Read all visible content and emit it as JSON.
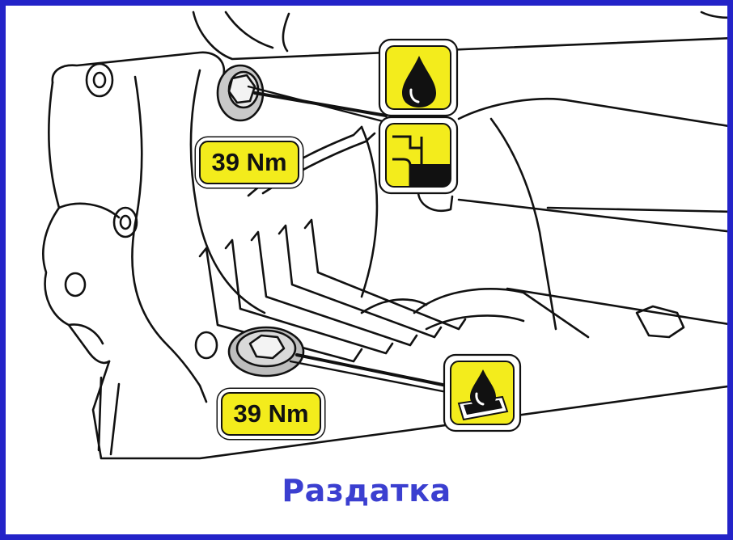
{
  "labels": {
    "torque_top": "39 Nm",
    "torque_bottom": "39 Nm"
  },
  "caption": "Раздатка",
  "icons": {
    "fill_plug_icon_1": "oil-drop-icon",
    "fill_plug_icon_2": "oil-level-icon",
    "drain_plug_icon": "oil-drain-icon"
  },
  "colors": {
    "frame": "#2323c8",
    "icon_fill": "#f3ec1c",
    "caption": "#3b3fd0",
    "outline": "#111111"
  }
}
